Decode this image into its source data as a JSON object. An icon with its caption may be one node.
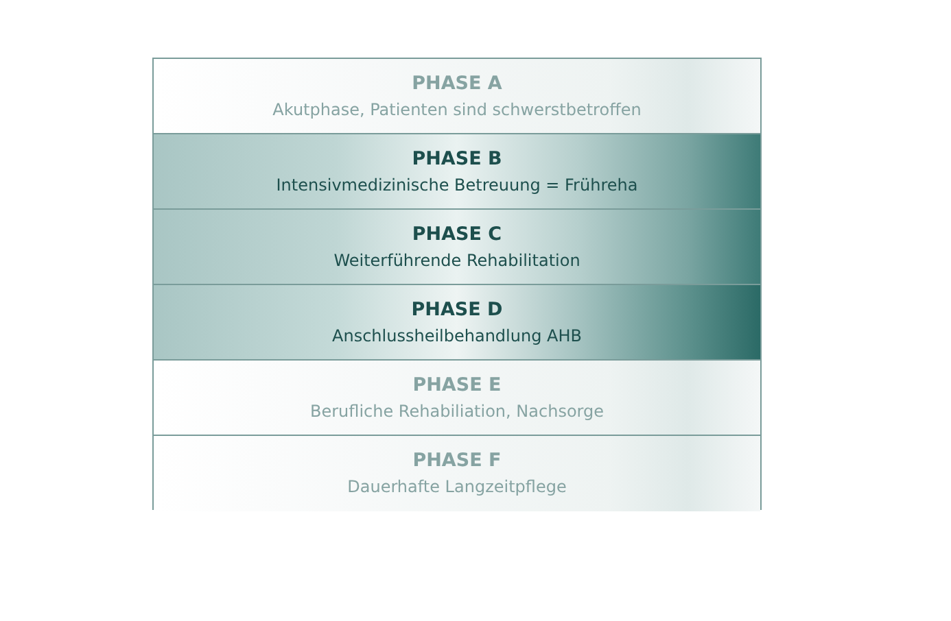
{
  "diagram": {
    "nodes": [
      {
        "text": [
          "PHASE A",
          "Akutphase, Patienten sind schwerstbetroffen"
        ]
      },
      {
        "text": [
          "PHASE B",
          "Intensivmedizinische Betreuung = Frühreha"
        ]
      },
      {
        "text": [
          "PHASE C",
          "Weiterführende Rehabilitation"
        ]
      },
      {
        "text": [
          "PHASE D",
          "Anschlussheilbehandlung AHB"
        ]
      },
      {
        "text": [
          "PHASE E",
          "Berufliche Rehabiliation, Nachsorge"
        ]
      },
      {
        "text": [
          "PHASE F",
          "Dauerhafte Langzeitpflege"
        ]
      }
    ]
  }
}
